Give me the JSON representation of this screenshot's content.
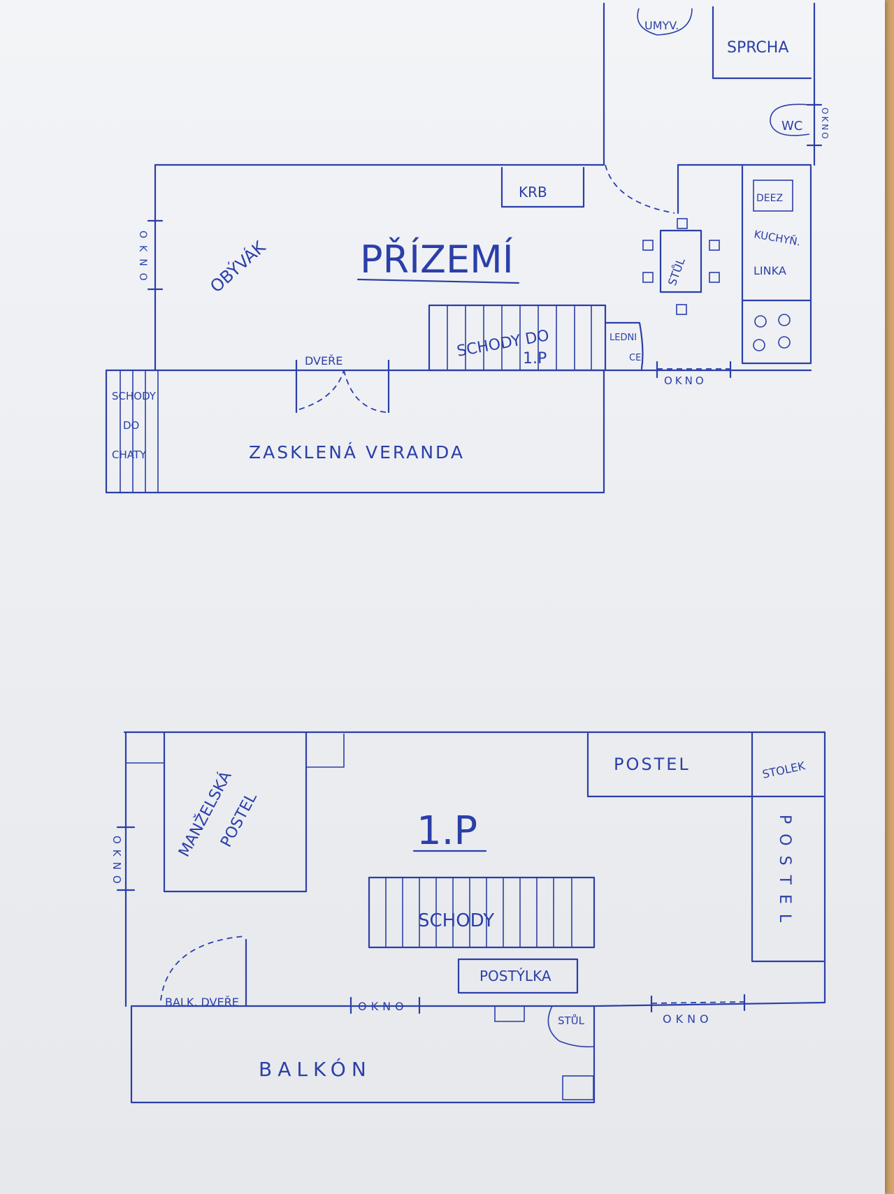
{
  "ground_floor": {
    "title": "PŘÍZEMÍ",
    "rooms": {
      "living_room": "OBÝVÁK",
      "fireplace": "KRB",
      "shower": "SPRCHA",
      "washbasin": "UMYV.",
      "wc": "WC",
      "table": "STŮL",
      "freezer": "DEEZ",
      "kitchen_line_1": "KUCHYŇ.",
      "kitchen_line_2": "LINKA",
      "fridge_line_1": "LEDNI",
      "fridge_line_2": "CE",
      "stairs_line_1": "SCHODY DO",
      "stairs_line_2": "1.P",
      "doors": "DVEŘE",
      "window_kitchen": "OKNO",
      "window_left": "OKNO",
      "window_right": "OKNO",
      "hut_stairs_1": "SCHODY",
      "hut_stairs_2": "DO",
      "hut_stairs_3": "CHATY",
      "veranda": "ZASKLENÁ VERANDA"
    }
  },
  "first_floor": {
    "title": "1.P",
    "rooms": {
      "double_bed_1": "MANŽELSKÁ",
      "double_bed_2": "POSTEL",
      "bed_top": "POSTEL",
      "side_table": "STOLEK",
      "bed_right": "POSTEL",
      "stairs": "SCHODY",
      "crib": "POSTÝLKA",
      "table": "STŮL",
      "balcony_doors": "BALK. DVEŘE",
      "window_middle": "OKNO",
      "window_right": "OKNO",
      "window_left": "OKNO",
      "balcony": "BALKÓN"
    }
  },
  "colors": {
    "ink": "#2b3fa8",
    "paper": "#eceef2",
    "wood": "#c99a5e"
  }
}
